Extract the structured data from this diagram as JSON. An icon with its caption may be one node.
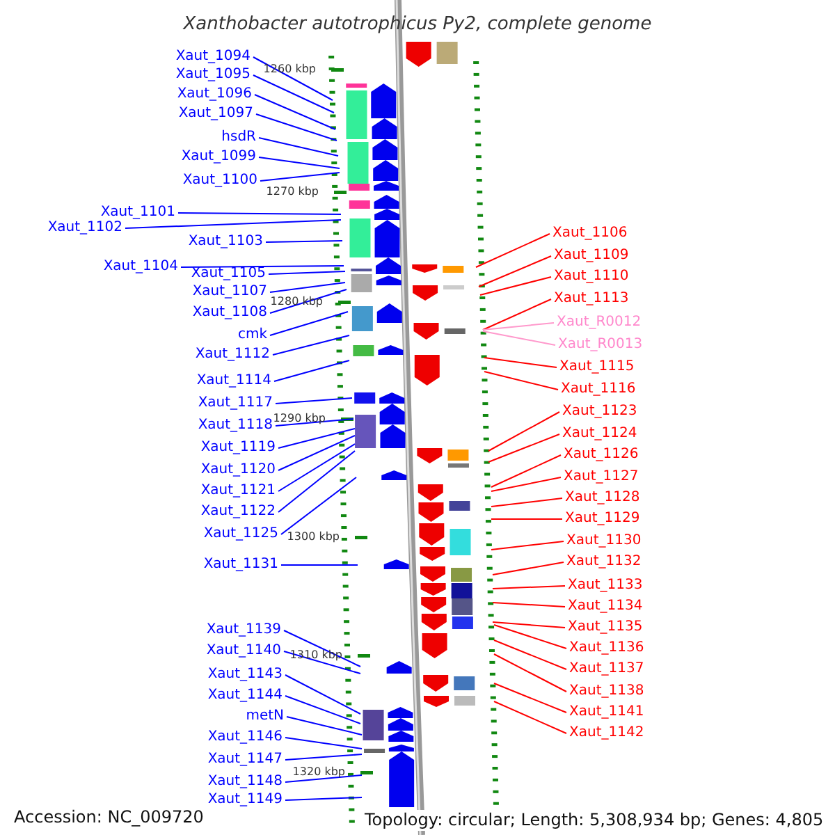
{
  "diagram": {
    "title": "Xanthobacter autotrophicus Py2, complete genome",
    "nodes": [
      {
        "text": [
          "Xaut_1094"
        ]
      },
      {
        "text": [
          "Xaut_1095"
        ]
      },
      {
        "text": [
          "Xaut_1096"
        ]
      },
      {
        "text": [
          "Xaut_1097"
        ]
      },
      {
        "text": [
          "hsdR"
        ]
      },
      {
        "text": [
          "Xaut_1099"
        ]
      },
      {
        "text": [
          "Xaut_1100"
        ]
      },
      {
        "text": [
          "Xaut_1101"
        ]
      },
      {
        "text": [
          "Xaut_1102"
        ]
      },
      {
        "text": [
          "Xaut_1103"
        ]
      },
      {
        "text": [
          "Xaut_1104"
        ]
      },
      {
        "text": [
          "Xaut_1105"
        ]
      },
      {
        "text": [
          "Xaut_1107"
        ]
      },
      {
        "text": [
          "Xaut_1108"
        ]
      },
      {
        "text": [
          "cmk"
        ]
      },
      {
        "text": [
          "Xaut_1112"
        ]
      },
      {
        "text": [
          "Xaut_1114"
        ]
      },
      {
        "text": [
          "Xaut_1117"
        ]
      },
      {
        "text": [
          "Xaut_1118"
        ]
      },
      {
        "text": [
          "Xaut_1119"
        ]
      },
      {
        "text": [
          "Xaut_1120"
        ]
      },
      {
        "text": [
          "Xaut_1121"
        ]
      },
      {
        "text": [
          "Xaut_1122"
        ]
      },
      {
        "text": [
          "Xaut_1125"
        ]
      },
      {
        "text": [
          "Xaut_1131"
        ]
      },
      {
        "text": [
          "Xaut_1139"
        ]
      },
      {
        "text": [
          "Xaut_1140"
        ]
      },
      {
        "text": [
          "Xaut_1143"
        ]
      },
      {
        "text": [
          "Xaut_1144"
        ]
      },
      {
        "text": [
          "metN"
        ]
      },
      {
        "text": [
          "Xaut_1146"
        ]
      },
      {
        "text": [
          "Xaut_1147"
        ]
      },
      {
        "text": [
          "Xaut_1148"
        ]
      },
      {
        "text": [
          "Xaut_1149"
        ]
      },
      {
        "text": [
          "Xaut_1106"
        ]
      },
      {
        "text": [
          "Xaut_1109"
        ]
      },
      {
        "text": [
          "Xaut_1110"
        ]
      },
      {
        "text": [
          "Xaut_1113"
        ]
      },
      {
        "text": [
          "Xaut_R0012"
        ]
      },
      {
        "text": [
          "Xaut_R0013"
        ]
      },
      {
        "text": [
          "Xaut_1115"
        ]
      },
      {
        "text": [
          "Xaut_1116"
        ]
      },
      {
        "text": [
          "Xaut_1123"
        ]
      },
      {
        "text": [
          "Xaut_1124"
        ]
      },
      {
        "text": [
          "Xaut_1126"
        ]
      },
      {
        "text": [
          "Xaut_1127"
        ]
      },
      {
        "text": [
          "Xaut_1128"
        ]
      },
      {
        "text": [
          "Xaut_1129"
        ]
      },
      {
        "text": [
          "Xaut_1130"
        ]
      },
      {
        "text": [
          "Xaut_1132"
        ]
      },
      {
        "text": [
          "Xaut_1133"
        ]
      },
      {
        "text": [
          "Xaut_1134"
        ]
      },
      {
        "text": [
          "Xaut_1135"
        ]
      },
      {
        "text": [
          "Xaut_1136"
        ]
      },
      {
        "text": [
          "Xaut_1137"
        ]
      },
      {
        "text": [
          "Xaut_1138"
        ]
      },
      {
        "text": [
          "Xaut_1141"
        ]
      },
      {
        "text": [
          "Xaut_1142"
        ]
      }
    ],
    "edges": [
      {
        "from": 0,
        "to": null,
        "arrow": "none"
      },
      {
        "from": 1,
        "to": null,
        "arrow": "none"
      },
      {
        "from": 2,
        "to": null,
        "arrow": "none"
      },
      {
        "from": 3,
        "to": null,
        "arrow": "none"
      },
      {
        "from": 4,
        "to": null,
        "arrow": "none"
      },
      {
        "from": 5,
        "to": null,
        "arrow": "none"
      },
      {
        "from": 6,
        "to": null,
        "arrow": "none"
      },
      {
        "from": 7,
        "to": null,
        "arrow": "none"
      },
      {
        "from": 8,
        "to": null,
        "arrow": "none"
      },
      {
        "from": 9,
        "to": null,
        "arrow": "none"
      },
      {
        "from": 10,
        "to": null,
        "arrow": "none"
      },
      {
        "from": 11,
        "to": null,
        "arrow": "none"
      },
      {
        "from": 12,
        "to": null,
        "arrow": "none"
      },
      {
        "from": 13,
        "to": null,
        "arrow": "none"
      },
      {
        "from": 14,
        "to": null,
        "arrow": "none"
      },
      {
        "from": 15,
        "to": null,
        "arrow": "none"
      },
      {
        "from": 16,
        "to": null,
        "arrow": "none"
      },
      {
        "from": 17,
        "to": null,
        "arrow": "none"
      },
      {
        "from": 18,
        "to": null,
        "arrow": "none"
      },
      {
        "from": 19,
        "to": null,
        "arrow": "none"
      },
      {
        "from": 20,
        "to": null,
        "arrow": "none"
      },
      {
        "from": 21,
        "to": null,
        "arrow": "none"
      },
      {
        "from": 22,
        "to": null,
        "arrow": "none"
      },
      {
        "from": 23,
        "to": null,
        "arrow": "none"
      },
      {
        "from": 24,
        "to": null,
        "arrow": "none"
      },
      {
        "from": 25,
        "to": null,
        "arrow": "none"
      },
      {
        "from": 26,
        "to": null,
        "arrow": "none"
      },
      {
        "from": 27,
        "to": null,
        "arrow": "none"
      },
      {
        "from": 28,
        "to": null,
        "arrow": "none"
      },
      {
        "from": 29,
        "to": null,
        "arrow": "none"
      },
      {
        "from": 30,
        "to": null,
        "arrow": "none"
      },
      {
        "from": 31,
        "to": null,
        "arrow": "none"
      },
      {
        "from": 32,
        "to": null,
        "arrow": "none"
      },
      {
        "from": 33,
        "to": null,
        "arrow": "none"
      },
      {
        "from": 34,
        "to": null,
        "arrow": "none",
        "color": "#ff0000"
      },
      {
        "from": 35,
        "to": null,
        "arrow": "none",
        "color": "#ff0000"
      },
      {
        "from": 36,
        "to": null,
        "arrow": "none",
        "color": "#ff0000"
      },
      {
        "from": 37,
        "to": null,
        "arrow": "none",
        "color": "#ff0000"
      },
      {
        "from": 38,
        "to": null,
        "arrow": "none",
        "color": "#ff99cc"
      },
      {
        "from": 39,
        "to": null,
        "arrow": "none",
        "color": "#ff99cc"
      },
      {
        "from": 40,
        "to": null,
        "arrow": "none",
        "color": "#ff0000"
      },
      {
        "from": 41,
        "to": null,
        "arrow": "none",
        "color": "#ff0000"
      },
      {
        "from": 42,
        "to": null,
        "arrow": "none",
        "color": "#ff0000"
      },
      {
        "from": 43,
        "to": null,
        "arrow": "none",
        "color": "#ff0000"
      },
      {
        "from": 44,
        "to": null,
        "arrow": "none",
        "color": "#ff0000"
      },
      {
        "from": 45,
        "to": null,
        "arrow": "none",
        "color": "#ff0000"
      },
      {
        "from": 46,
        "to": null,
        "arrow": "none",
        "color": "#ff0000"
      },
      {
        "from": 47,
        "to": null,
        "arrow": "none",
        "color": "#ff0000"
      },
      {
        "from": 48,
        "to": null,
        "arrow": "none",
        "color": "#ff0000"
      },
      {
        "from": 49,
        "to": null,
        "arrow": "none",
        "color": "#ff0000"
      },
      {
        "from": 50,
        "to": null,
        "arrow": "none",
        "color": "#ff0000"
      },
      {
        "from": 51,
        "to": null,
        "arrow": "none",
        "color": "#ff0000"
      },
      {
        "from": 52,
        "to": null,
        "arrow": "none",
        "color": "#ff0000"
      },
      {
        "from": 53,
        "to": null,
        "arrow": "none",
        "color": "#ff0000"
      },
      {
        "from": 54,
        "to": null,
        "arrow": "none",
        "color": "#ff0000"
      },
      {
        "from": 55,
        "to": null,
        "arrow": "none",
        "color": "#ff0000"
      },
      {
        "from": 56,
        "to": null,
        "arrow": "none",
        "color": "#ff0000"
      },
      {
        "from": 57,
        "to": null,
        "arrow": "none",
        "color": "#ff0000"
      }
    ],
    "labels": [
      "1260 kbp",
      "1270 kbp",
      "1280 kbp",
      "1290 kbp",
      "1300 kbp",
      "1310 kbp",
      "1320 kbp",
      "Accession: NC_009720",
      "Topology: circular; Length: 5,308,934 bp; Genes: 4,805"
    ]
  }
}
